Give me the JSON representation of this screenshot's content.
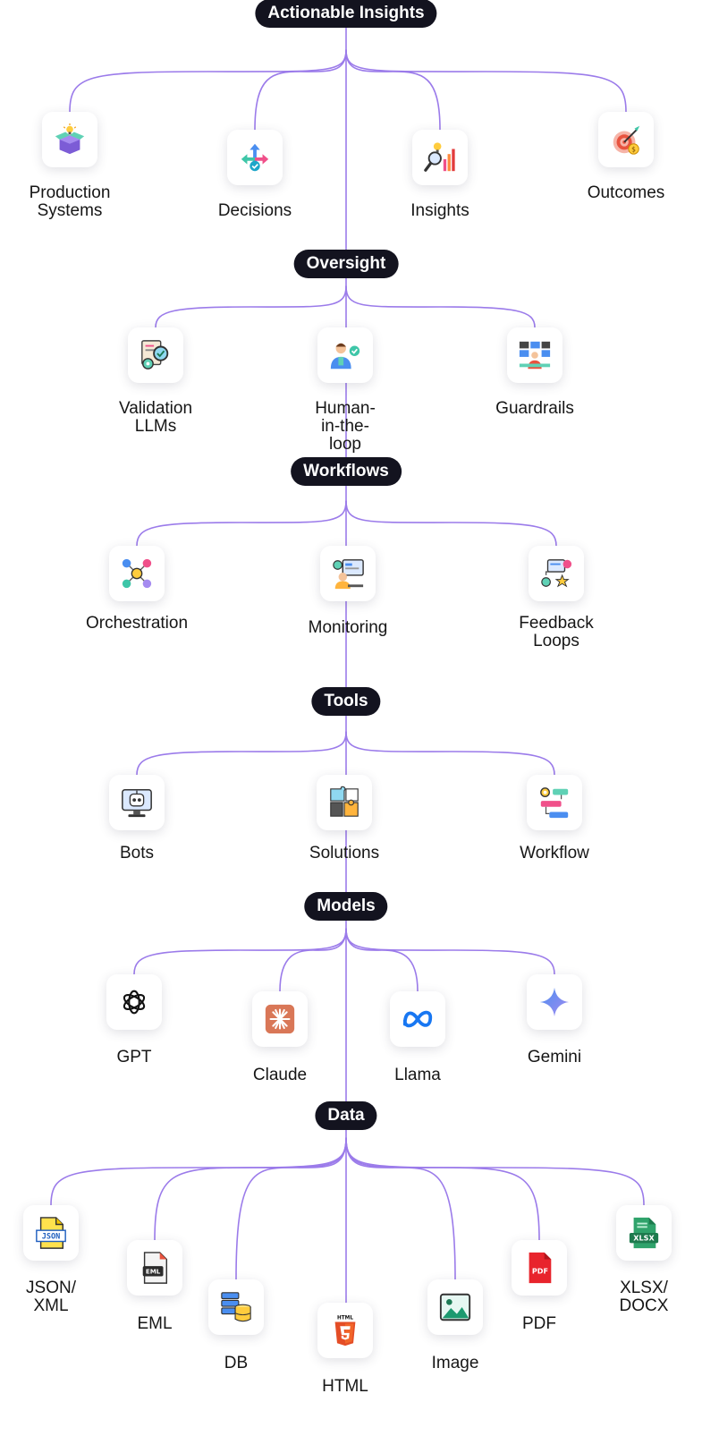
{
  "layers": [
    {
      "id": "actionable",
      "title": "Actionable Insights",
      "items": [
        {
          "label": "Production\nSystems",
          "icon": "box-lightbulb-icon",
          "name": "production-systems"
        },
        {
          "label": "Decisions",
          "icon": "direction-arrows-icon",
          "name": "decisions"
        },
        {
          "label": "Insights",
          "icon": "insight-chart-icon",
          "name": "insights"
        },
        {
          "label": "Outcomes",
          "icon": "target-dart-icon",
          "name": "outcomes"
        }
      ]
    },
    {
      "id": "oversight",
      "title": "Oversight",
      "items": [
        {
          "label": "Validation\nLLMs",
          "icon": "validation-magnifier-icon",
          "name": "validation-llms"
        },
        {
          "label": "Human-in-the-loop",
          "icon": "human-check-icon",
          "name": "human-in-the-loop"
        },
        {
          "label": "Guardrails",
          "icon": "guardrails-dashboard-icon",
          "name": "guardrails"
        }
      ]
    },
    {
      "id": "workflows",
      "title": "Workflows",
      "items": [
        {
          "label": "Orchestration",
          "icon": "network-people-icon",
          "name": "orchestration"
        },
        {
          "label": "Monitoring",
          "icon": "monitoring-screen-icon",
          "name": "monitoring"
        },
        {
          "label": "Feedback\nLoops",
          "icon": "feedback-star-icon",
          "name": "feedback-loops"
        }
      ]
    },
    {
      "id": "tools",
      "title": "Tools",
      "items": [
        {
          "label": "Bots",
          "icon": "bot-monitor-icon",
          "name": "bots"
        },
        {
          "label": "Solutions",
          "icon": "puzzle-icon",
          "name": "solutions"
        },
        {
          "label": "Workflow",
          "icon": "workflow-gear-icon",
          "name": "workflow"
        }
      ]
    },
    {
      "id": "models",
      "title": "Models",
      "items": [
        {
          "label": "GPT",
          "icon": "openai-logo-icon",
          "name": "gpt"
        },
        {
          "label": "Claude",
          "icon": "claude-logo-icon",
          "name": "claude"
        },
        {
          "label": "Llama",
          "icon": "meta-logo-icon",
          "name": "llama"
        },
        {
          "label": "Gemini",
          "icon": "gemini-sparkle-icon",
          "name": "gemini"
        }
      ]
    },
    {
      "id": "data",
      "title": "Data",
      "items": [
        {
          "label": "JSON/\nXML",
          "icon": "json-file-icon",
          "name": "json-xml",
          "badge": "JSON"
        },
        {
          "label": "EML",
          "icon": "eml-file-icon",
          "name": "eml",
          "badge": "EML"
        },
        {
          "label": "DB",
          "icon": "database-icon",
          "name": "db"
        },
        {
          "label": "HTML",
          "icon": "html5-icon",
          "name": "html",
          "badge": "HTML"
        },
        {
          "label": "Image",
          "icon": "image-icon",
          "name": "image"
        },
        {
          "label": "PDF",
          "icon": "pdf-file-icon",
          "name": "pdf",
          "badge": "PDF"
        },
        {
          "label": "XLSX/\nDOCX",
          "icon": "xlsx-file-icon",
          "name": "xlsx-docx",
          "badge": "XLSX"
        }
      ]
    }
  ],
  "colors": {
    "connector": "#9b7bea",
    "pill": "#13131f",
    "pillText": "#ffffff"
  }
}
